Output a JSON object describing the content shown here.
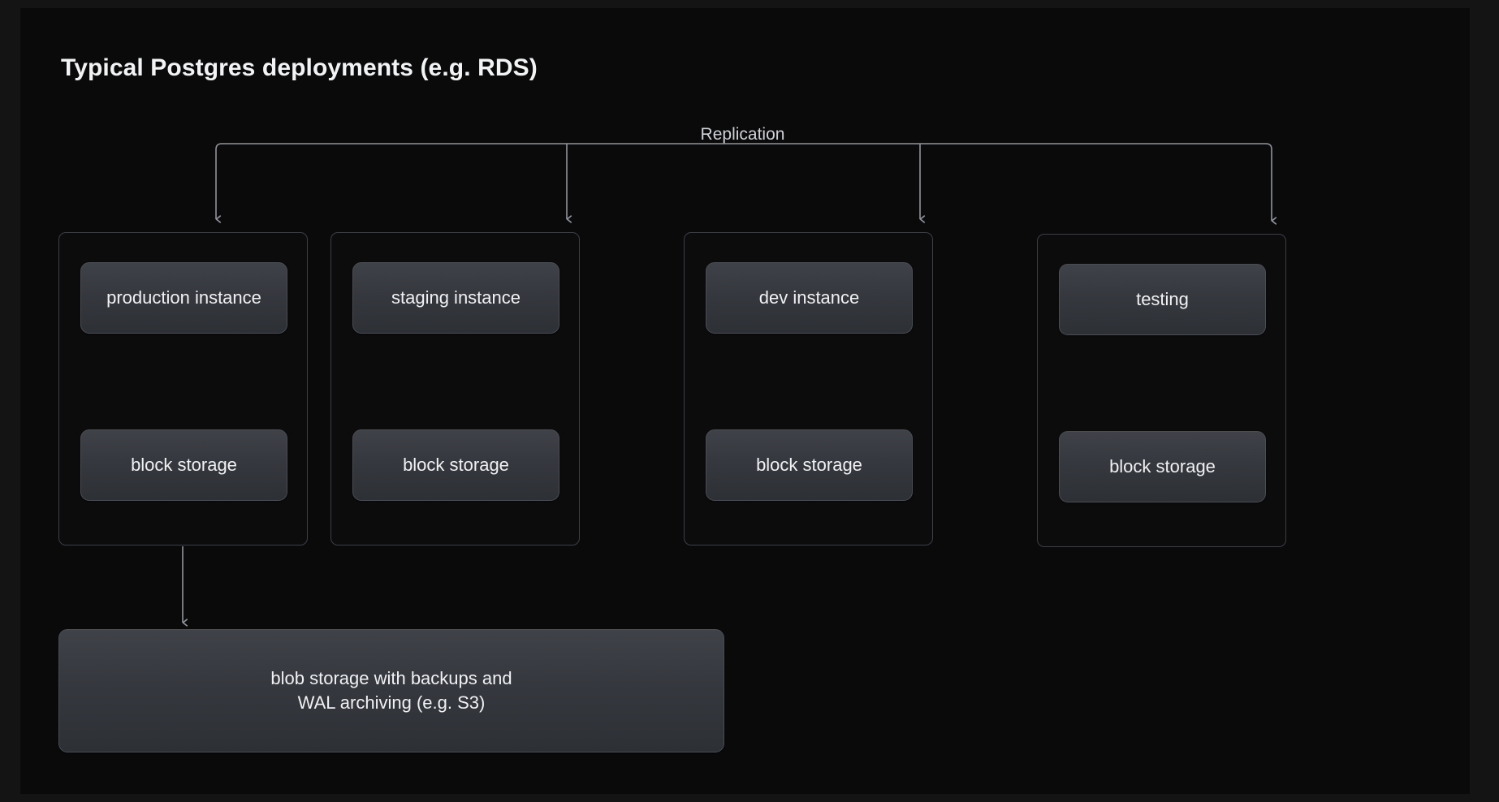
{
  "diagram": {
    "title": "Typical Postgres deployments (e.g. RDS)",
    "replication_label": "Replication",
    "colors": {
      "page_background": "#141414",
      "panel_background": "#0a0a0b",
      "group_border": "#3c3f45",
      "node_fill_top": "#3f4248",
      "node_fill_bottom": "#2d3035",
      "node_border": "#4a4d54",
      "edge_stroke": "#90949b",
      "text_primary": "#f2f3f5",
      "text_secondary": "#ced1d6"
    },
    "groups": [
      {
        "id": "production",
        "instance_label": "production instance",
        "storage_label": "block storage"
      },
      {
        "id": "staging",
        "instance_label": "staging instance",
        "storage_label": "block storage"
      },
      {
        "id": "dev",
        "instance_label": "dev instance",
        "storage_label": "block storage"
      },
      {
        "id": "testing",
        "instance_label": "testing",
        "storage_label": "block storage"
      }
    ],
    "blob_storage": {
      "line1": "blob storage with backups and",
      "line2": "WAL archiving (e.g. S3)"
    }
  }
}
